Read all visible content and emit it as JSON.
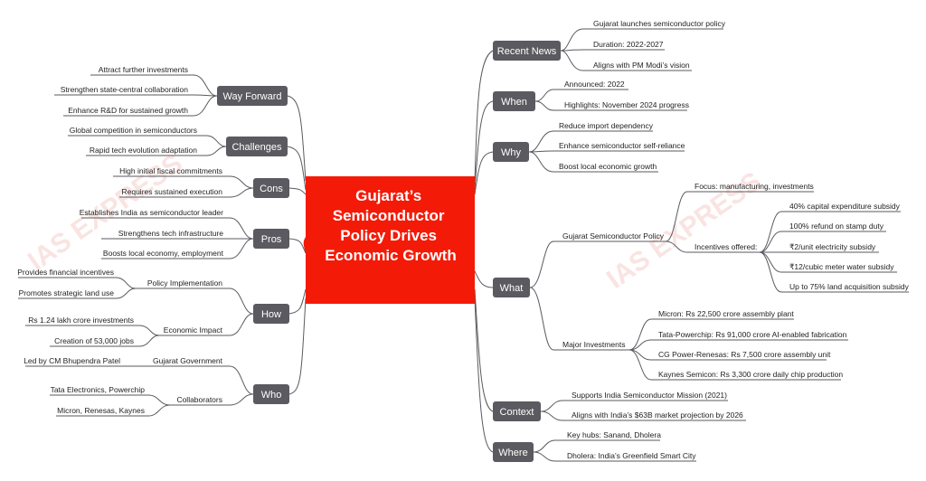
{
  "watermark": "IAS EXPRESS",
  "central": {
    "lines": [
      "Gujarat’s",
      "Semiconductor",
      "Policy Drives",
      "Economic Growth"
    ],
    "color": "#f41a08"
  },
  "colors": {
    "branch": "#5a5a60",
    "line": "#5a5a60",
    "leaf_text": "#222222"
  },
  "branches": {
    "recent_news": {
      "label": "Recent News",
      "items": [
        "Gujarat launches semiconductor policy",
        "Duration: 2022-2027",
        "Aligns with PM Modi’s vision"
      ]
    },
    "when": {
      "label": "When",
      "items": [
        "Announced: 2022",
        "Highlights: November 2024 progress"
      ]
    },
    "why": {
      "label": "Why",
      "items": [
        "Reduce import dependency",
        "Enhance semiconductor self-reliance",
        "Boost local economic growth"
      ]
    },
    "what": {
      "label": "What",
      "policy": {
        "label": "Gujarat Semiconductor Policy",
        "focus": "Focus: manufacturing, investments",
        "incentives_label": "Incentives offered:",
        "incentives": [
          "40% capital expenditure subsidy",
          "100% refund on stamp duty",
          "₹2/unit electricity subsidy",
          "₹12/cubic meter water subsidy",
          "Up to 75% land acquisition subsidy"
        ]
      },
      "investments": {
        "label": "Major Investments",
        "items": [
          "Micron: Rs 22,500 crore assembly plant",
          "Tata-Powerchip: Rs 91,000 crore AI-enabled fabrication",
          "CG Power-Renesas: Rs 7,500 crore assembly unit",
          "Kaynes Semicon: Rs 3,300 crore daily chip production"
        ]
      }
    },
    "context": {
      "label": "Context",
      "items": [
        "Supports India Semiconductor Mission (2021)",
        "Aligns with India’s $63B market projection by 2026"
      ]
    },
    "where": {
      "label": "Where",
      "items": [
        "Key hubs: Sanand, Dholera",
        "Dholera: India’s Greenfield Smart City"
      ]
    },
    "way_forward": {
      "label": "Way Forward",
      "items": [
        "Attract further investments",
        "Strengthen state-central collaboration",
        "Enhance R&D for sustained growth"
      ]
    },
    "challenges": {
      "label": "Challenges",
      "items": [
        "Global competition in semiconductors",
        "Rapid tech evolution adaptation"
      ]
    },
    "cons": {
      "label": "Cons",
      "items": [
        "High initial fiscal commitments",
        "Requires sustained execution"
      ]
    },
    "pros": {
      "label": "Pros",
      "items": [
        "Establishes India as semiconductor leader",
        "Strengthens tech infrastructure",
        "Boosts local economy, employment"
      ]
    },
    "how": {
      "label": "How",
      "policy_impl": {
        "label": "Policy Implementation",
        "items": [
          "Provides financial incentives",
          "Promotes strategic land use"
        ]
      },
      "econ_impact": {
        "label": "Economic Impact",
        "items": [
          "Rs 1.24 lakh crore investments",
          "Creation of 53,000 jobs"
        ]
      }
    },
    "who": {
      "label": "Who",
      "government": {
        "label": "Gujarat Government",
        "items": [
          "Led by CM Bhupendra Patel"
        ]
      },
      "collaborators": {
        "label": "Collaborators",
        "items": [
          "Tata Electronics, Powerchip",
          "Micron, Renesas, Kaynes"
        ]
      }
    }
  }
}
